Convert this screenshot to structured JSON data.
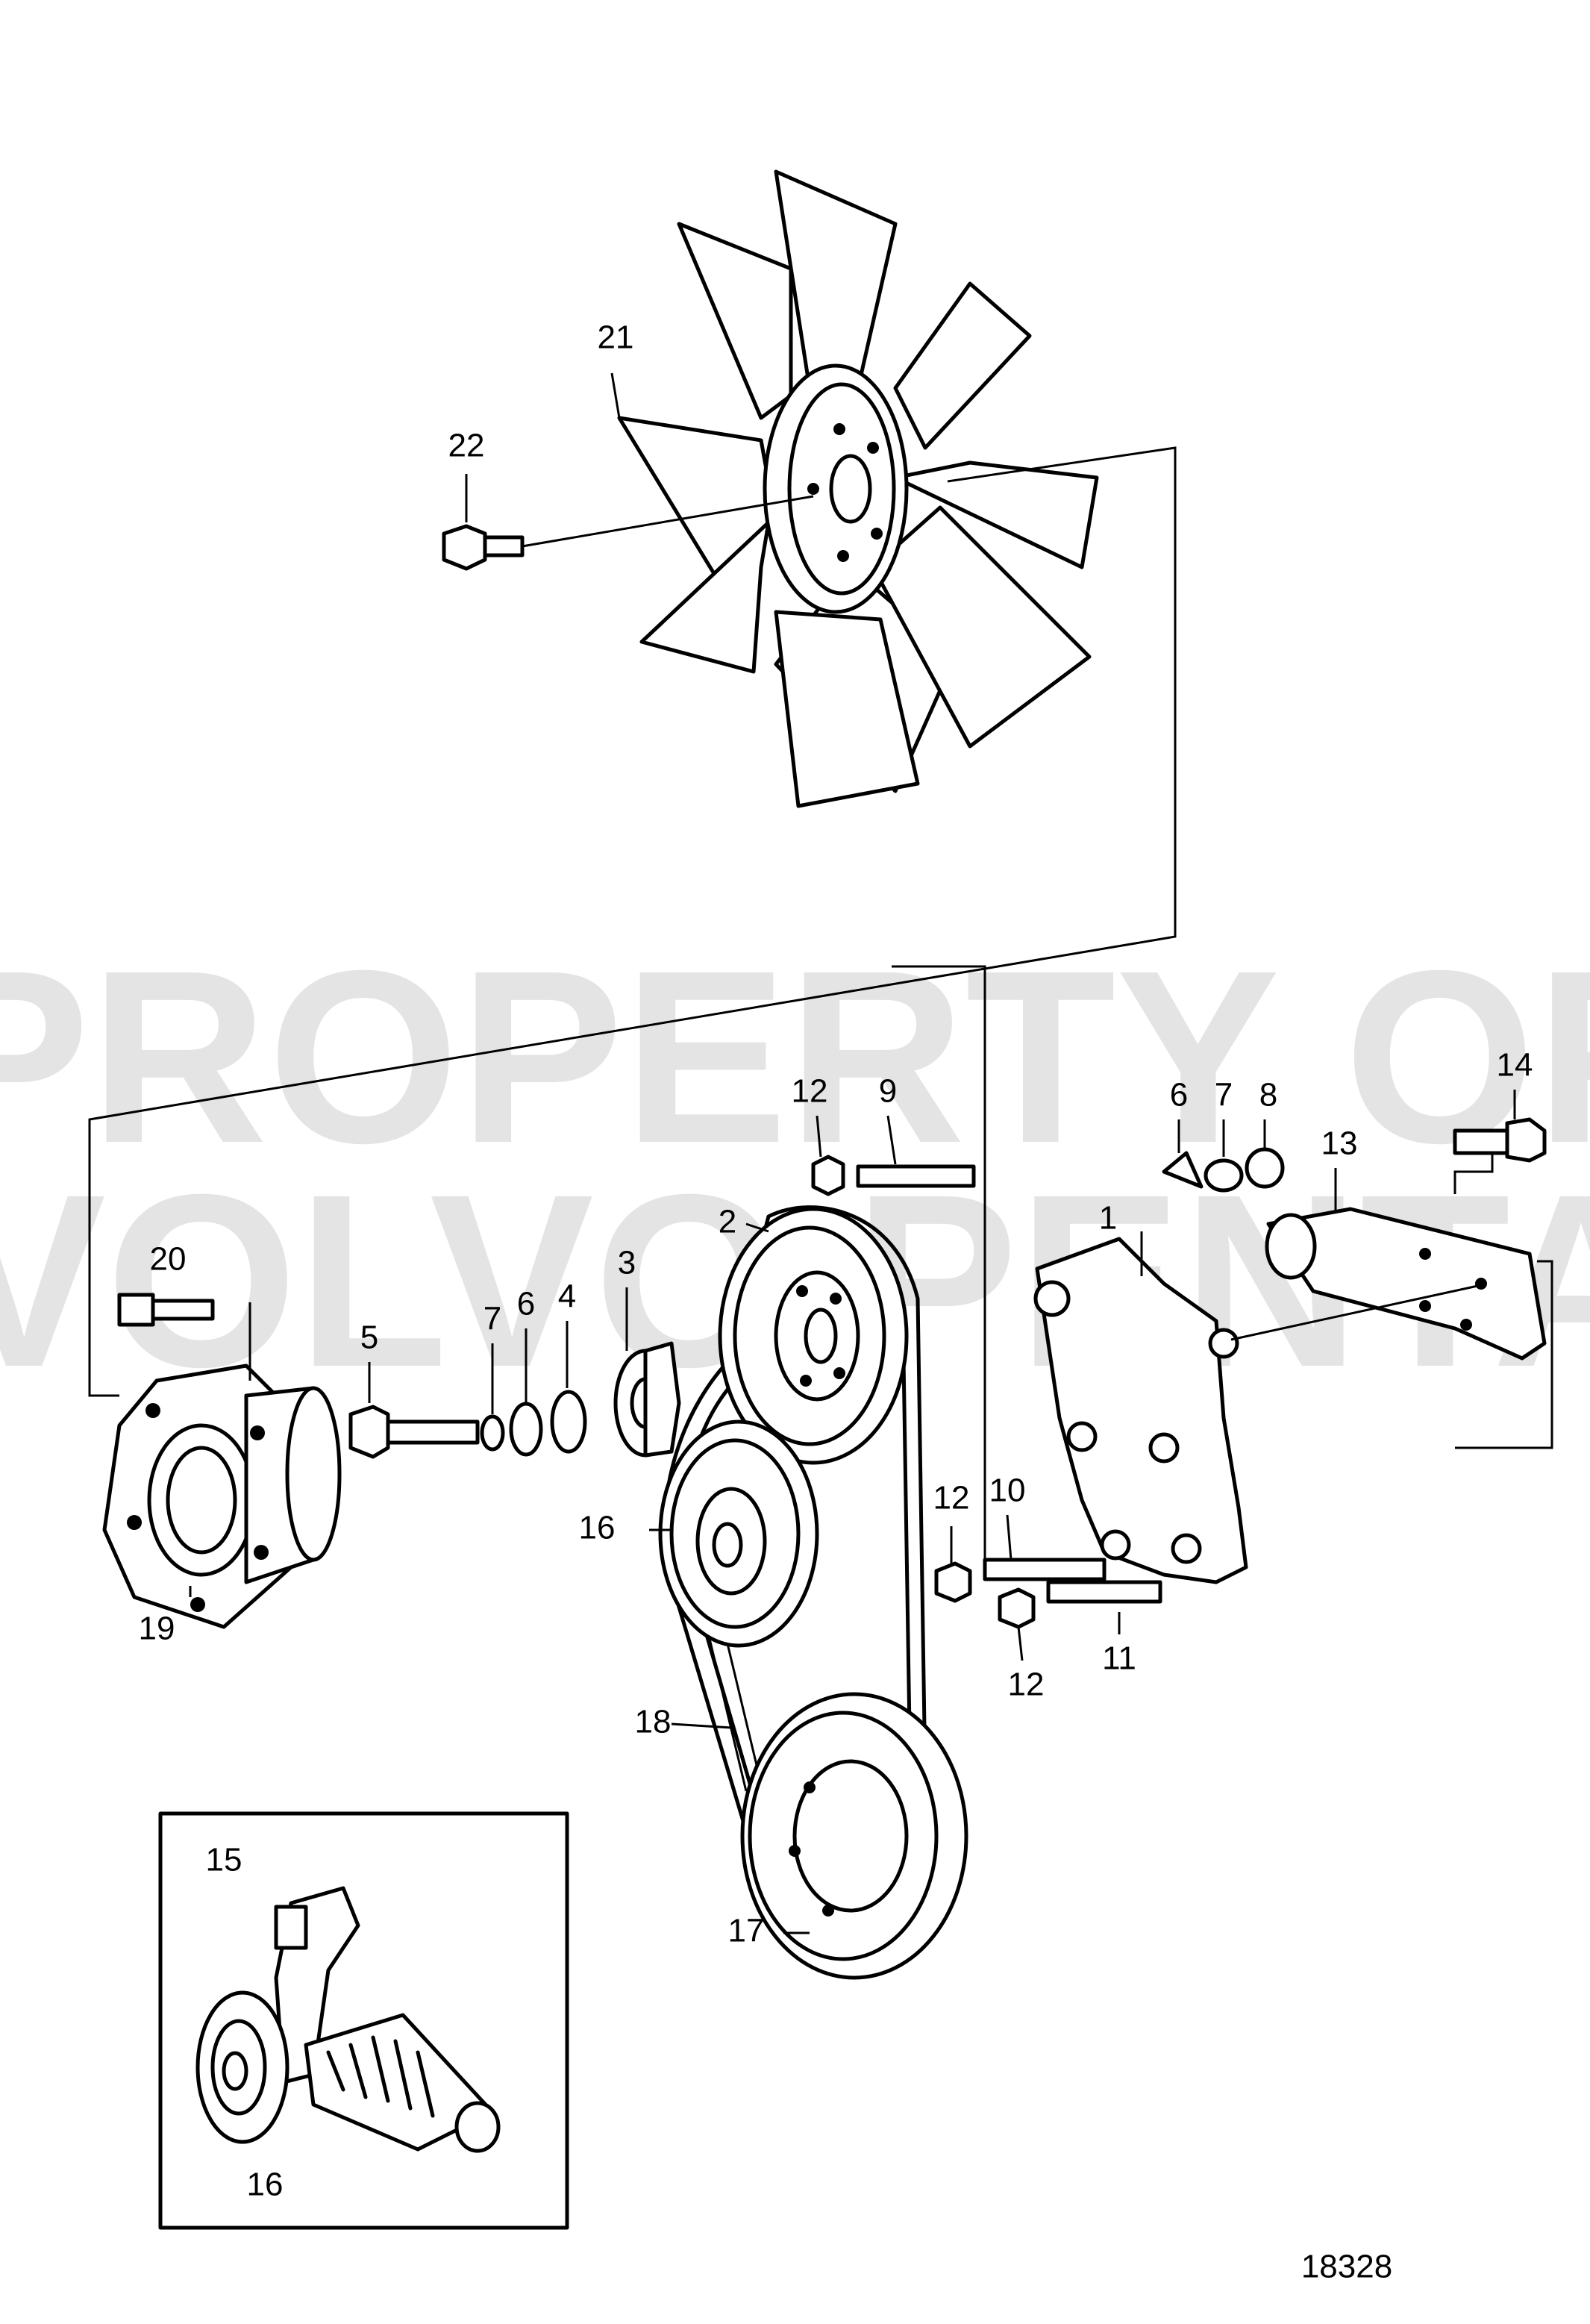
{
  "watermark": {
    "line1": "PROPERTY OF",
    "line2": "VOLVO PENTA"
  },
  "drawing_number": "18328",
  "callouts": {
    "c1": "1",
    "c2": "2",
    "c3": "3",
    "c4": "4",
    "c5": "5",
    "c6a": "6",
    "c6b": "6",
    "c7a": "7",
    "c7b": "7",
    "c8": "8",
    "c9": "9",
    "c10": "10",
    "c11": "11",
    "c12a": "12",
    "c12b": "12",
    "c12c": "12",
    "c13": "13",
    "c14": "14",
    "c15": "15",
    "c16a": "16",
    "c16b": "16",
    "c17": "17",
    "c18": "18",
    "c19": "19",
    "c20": "20",
    "c21": "21",
    "c22": "22"
  }
}
